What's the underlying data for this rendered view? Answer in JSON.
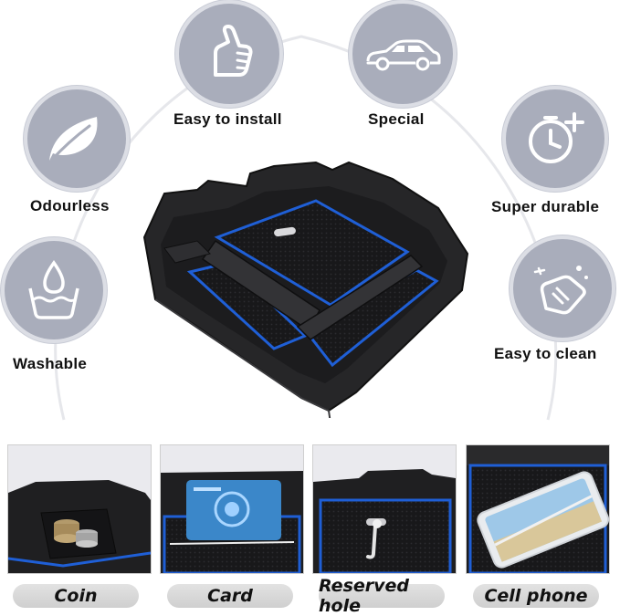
{
  "features": [
    {
      "id": "easy-install",
      "label": "Easy to install",
      "icon": "thumbs-up-hand-icon"
    },
    {
      "id": "special",
      "label": "Special",
      "icon": "car-icon"
    },
    {
      "id": "odourless",
      "label": "Odourless",
      "icon": "leaf-icon"
    },
    {
      "id": "super-durable",
      "label": "Super durable",
      "icon": "stopwatch-plus-icon"
    },
    {
      "id": "washable",
      "label": "Washable",
      "icon": "water-drop-basin-icon"
    },
    {
      "id": "easy-clean",
      "label": "Easy to clean",
      "icon": "hand-wiping-icon"
    }
  ],
  "thumbnails": [
    {
      "label": "Coin"
    },
    {
      "label": "Card"
    },
    {
      "label": "Reserved hole"
    },
    {
      "label": "Cell phone"
    }
  ],
  "colors": {
    "circle": "#a9adbb",
    "accent_blue": "#1f5fd6",
    "tray": "#1b1b1d",
    "pill": "#d6d6d6"
  }
}
